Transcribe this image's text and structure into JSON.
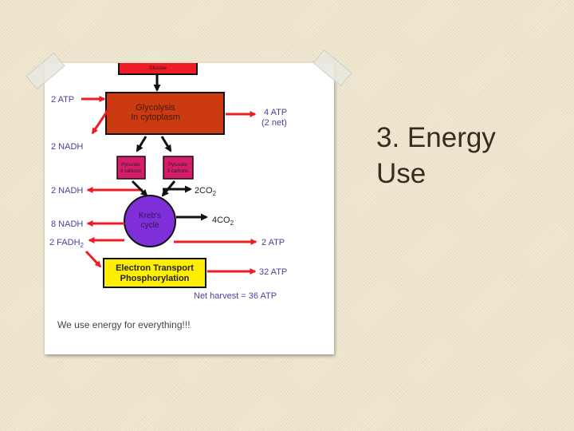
{
  "slide": {
    "title_line1": "3. Energy",
    "title_line2": "Use",
    "caption": "We use energy for everything!!!"
  },
  "diagram": {
    "top_box_fragment": "Glucose",
    "glycolysis_line1": "Glycolysis",
    "glycolysis_line2": "In cytoplasm",
    "pyruvate_word": "Pyruvate",
    "carbons_word": "3 carbons",
    "krebs_line1": "Kreb's",
    "krebs_line2": "cycle",
    "etc_line1": "Electron Transport",
    "etc_line2": "Phosphorylation",
    "in_2atp": "2 ATP",
    "out_2nadh_a": "2 NADH",
    "out_4atp_line1": "4 ATP",
    "out_4atp_line2": "(2 net)",
    "out_2nadh_b": "2 NADH",
    "out_2co2": "2CO",
    "out_8nadh": "8 NADH",
    "out_4co2": "4CO",
    "out_2fadh": "2 FADH",
    "out_2atp": "2 ATP",
    "out_32atp": "32 ATP",
    "net_harvest": "Net harvest = 36 ATP",
    "subscript_2": "2"
  },
  "colors": {
    "arrow_red": "#ee1c25",
    "glycolysis_fill": "#cc3a12",
    "krebs_fill": "#7e2fd9",
    "etc_fill": "#ffee00",
    "pyruvate_fill": "#d81b6a",
    "label_purple": "#4b3f9c"
  }
}
